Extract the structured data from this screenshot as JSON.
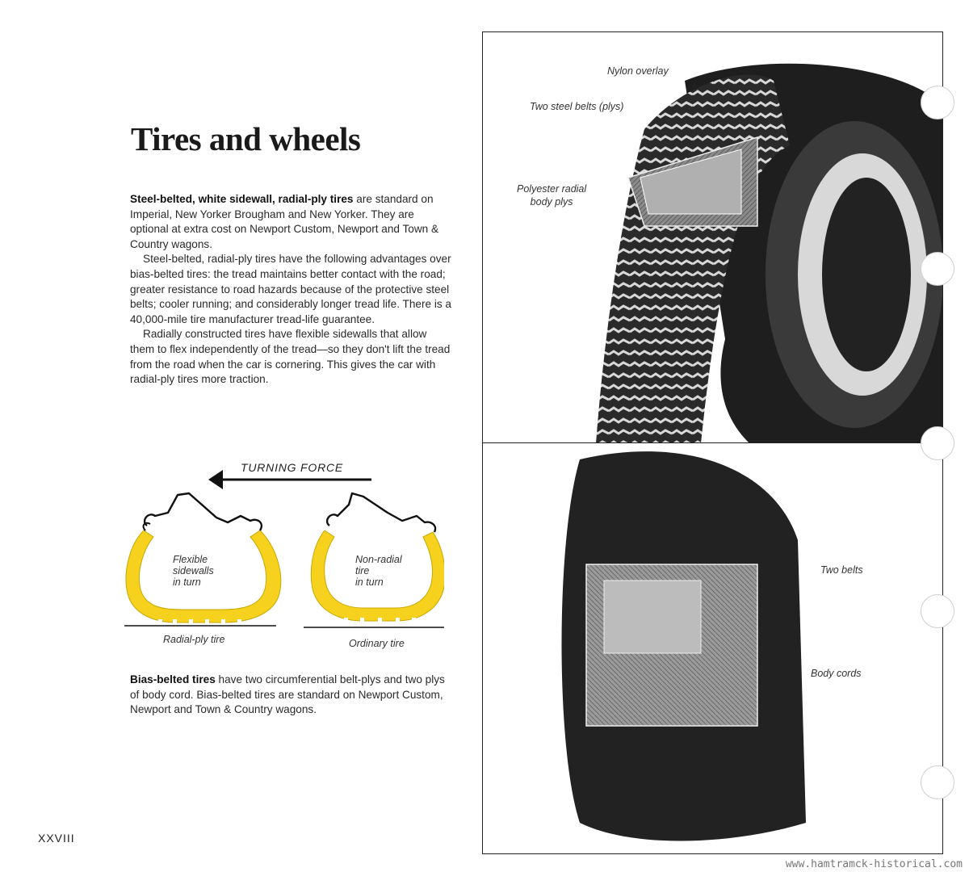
{
  "page": {
    "title": "Tires and wheels",
    "page_number": "XXVIII",
    "watermark": "www.hamtramck-historical.com"
  },
  "intro": {
    "lead_bold": "Steel-belted, white sidewall, radial-ply tires",
    "lead_rest": " are standard on Imperial, New Yorker Brougham and New Yorker. They are optional at extra cost on Newport Custom, Newport and Town & Country wagons.",
    "para2": "Steel-belted, radial-ply tires have the following advantages over bias-belted tires: the tread maintains better contact with the road; greater resistance to road hazards because of the protective steel belts; cooler running; and considerably longer tread life. There is a 40,000-mile tire manufacturer tread-life guarantee.",
    "para3": "Radially constructed tires have flexible sidewalls that allow them to flex independently of the tread—so they don't lift the tread from the road when the car is cornering. This gives the car with radial-ply tires more traction."
  },
  "diagram": {
    "turning_force": "TURNING FORCE",
    "radial_inner": "Flexible\nsidewalls\nin turn",
    "radial_caption": "Radial-ply tire",
    "ordinary_inner": "Non-radial\ntire\nin turn",
    "ordinary_caption": "Ordinary tire",
    "fill_color": "#f6d21f"
  },
  "bias": {
    "lead_bold": "Bias-belted tires",
    "lead_rest": " have two circumferential belt-plys and two plys of body cord. Bias-belted tires are standard on Newport Custom, Newport and Town & Country wagons."
  },
  "photo_top": {
    "label_nylon": "Nylon overlay",
    "label_steel": "Two steel belts (plys)",
    "label_polyester": "Polyester radial\nbody plys"
  },
  "photo_bottom": {
    "label_belts": "Two belts",
    "label_cords": "Body cords"
  }
}
